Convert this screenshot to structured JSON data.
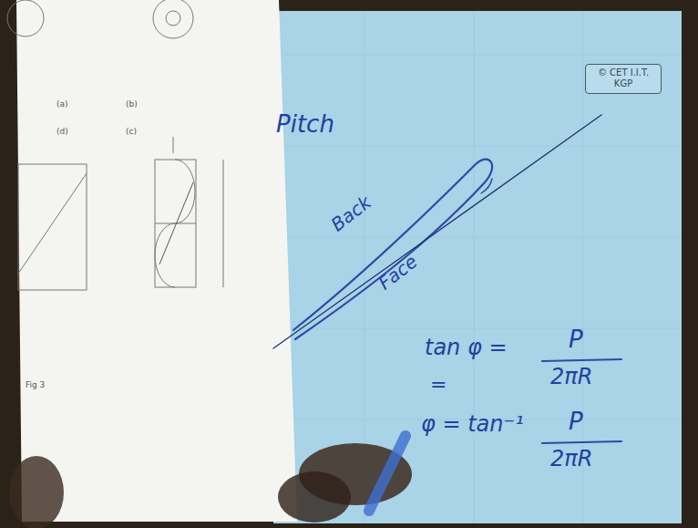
{
  "diagram": {
    "nodes": [
      {
        "text": [
          "© CET I.I.T. KGP"
        ]
      }
    ],
    "labels": [
      "Pitch",
      "Back",
      "Face",
      "tan φ =",
      "P",
      "2πR",
      "=",
      "φ = tan⁻¹",
      "P",
      "2πR",
      "(a)",
      "(b)",
      "(d)",
      "(c)",
      "Fig 3"
    ]
  }
}
